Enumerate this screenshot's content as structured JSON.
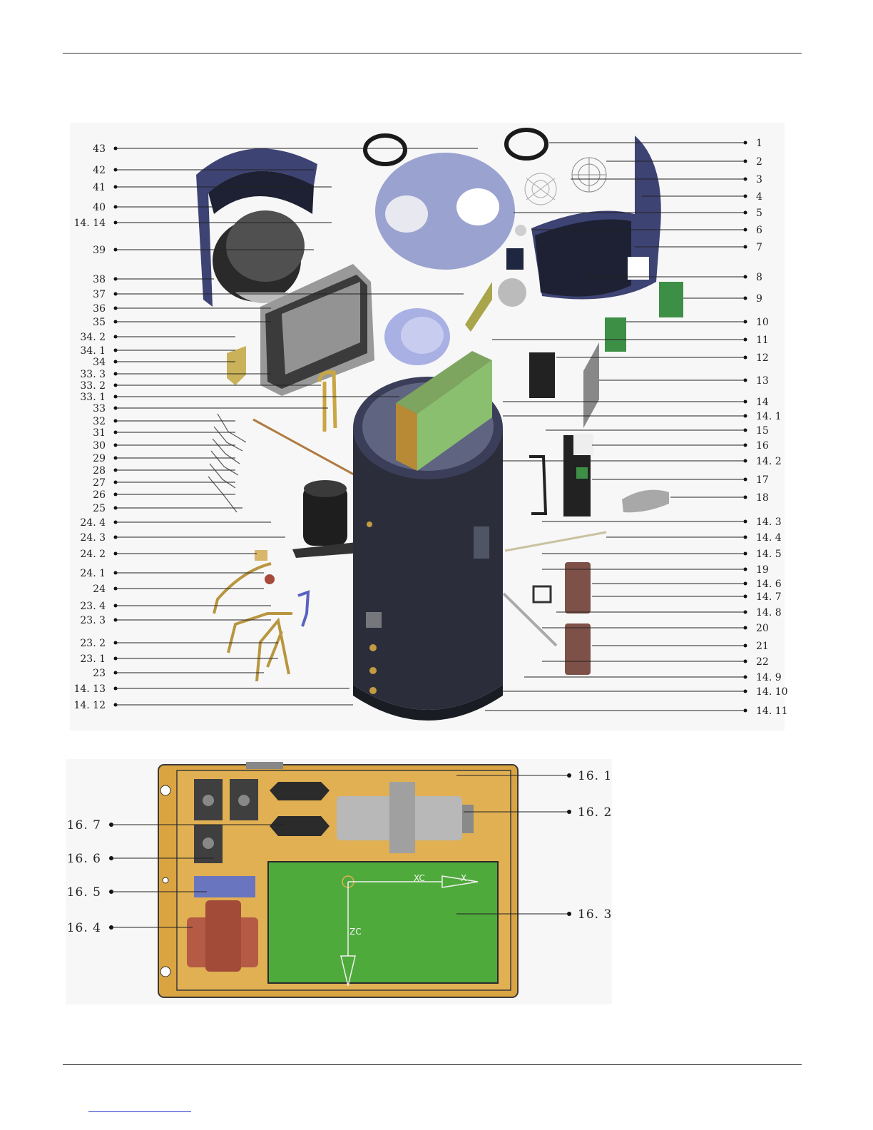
{
  "diagram_top": {
    "left_labels": [
      "43",
      "42",
      "41",
      "40",
      "14. 14",
      "39",
      "38",
      "37",
      "36",
      "35",
      "34. 2",
      "34. 1",
      "34",
      "33. 3",
      "33. 2",
      "33. 1",
      "33",
      "32",
      "31",
      "30",
      "29",
      "28",
      "27",
      "26",
      "25",
      "24. 4",
      "24. 3",
      "24. 2",
      "24. 1",
      "24",
      "23. 4",
      "23. 3",
      "23. 2",
      "23. 1",
      "23",
      "14. 13",
      "14. 12"
    ],
    "right_labels": [
      "1",
      "2",
      "3",
      "4",
      "5",
      "6",
      "7",
      "8",
      "9",
      "10",
      "11",
      "12",
      "13",
      "14",
      "14. 1",
      "15",
      "16",
      "14. 2",
      "17",
      "18",
      "14. 3",
      "14. 4",
      "14. 5",
      "19",
      "14. 6",
      "14. 7",
      "14. 8",
      "20",
      "21",
      "22",
      "14. 9",
      "14. 10",
      "14. 11"
    ]
  },
  "diagram_bottom": {
    "right_labels": [
      "16. 1",
      "16. 2",
      "16. 3"
    ],
    "left_labels": [
      "16. 7",
      "16. 6",
      "16. 5",
      "16. 4"
    ],
    "axis_x": "XC",
    "axis_x2": "X",
    "axis_z": "ZC"
  },
  "colors": {
    "tank": "#2b2e3a",
    "cover": "#3d4373",
    "panel_board": "#d9a441",
    "pcb_green": "#4faa3c",
    "capacitor": "#b8b8b8",
    "transformer": "#b55a45",
    "terminal_blue": "#6a75c0"
  }
}
